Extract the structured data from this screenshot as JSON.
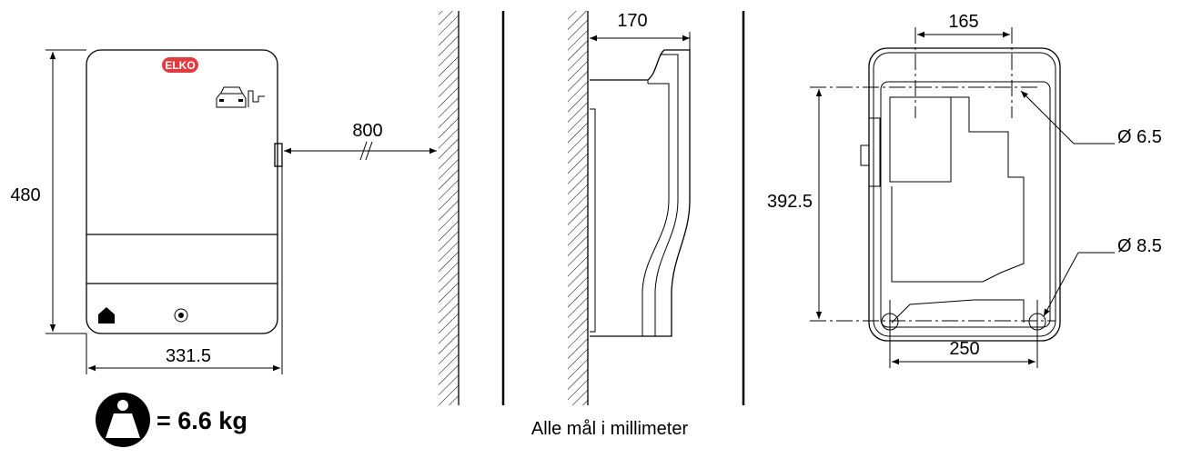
{
  "front_view": {
    "logo_text": "ELKO",
    "height_label": "480",
    "width_label": "331.5",
    "clearance_label": "800"
  },
  "side_view": {
    "depth_label": "170"
  },
  "back_view": {
    "hole_spacing_top_label": "165",
    "hole_vertical_spacing_label": "392.5",
    "hole_spacing_bottom_label": "250",
    "top_hole_diameter_label": "Ø 6.5",
    "bottom_hole_diameter_label": "Ø 8.5"
  },
  "weight": {
    "label": "= 6.6 kg"
  },
  "footer": {
    "units_note": "Alle mål i millimeter"
  },
  "colors": {
    "logo_red": "#e23a3f",
    "line": "#000000"
  }
}
